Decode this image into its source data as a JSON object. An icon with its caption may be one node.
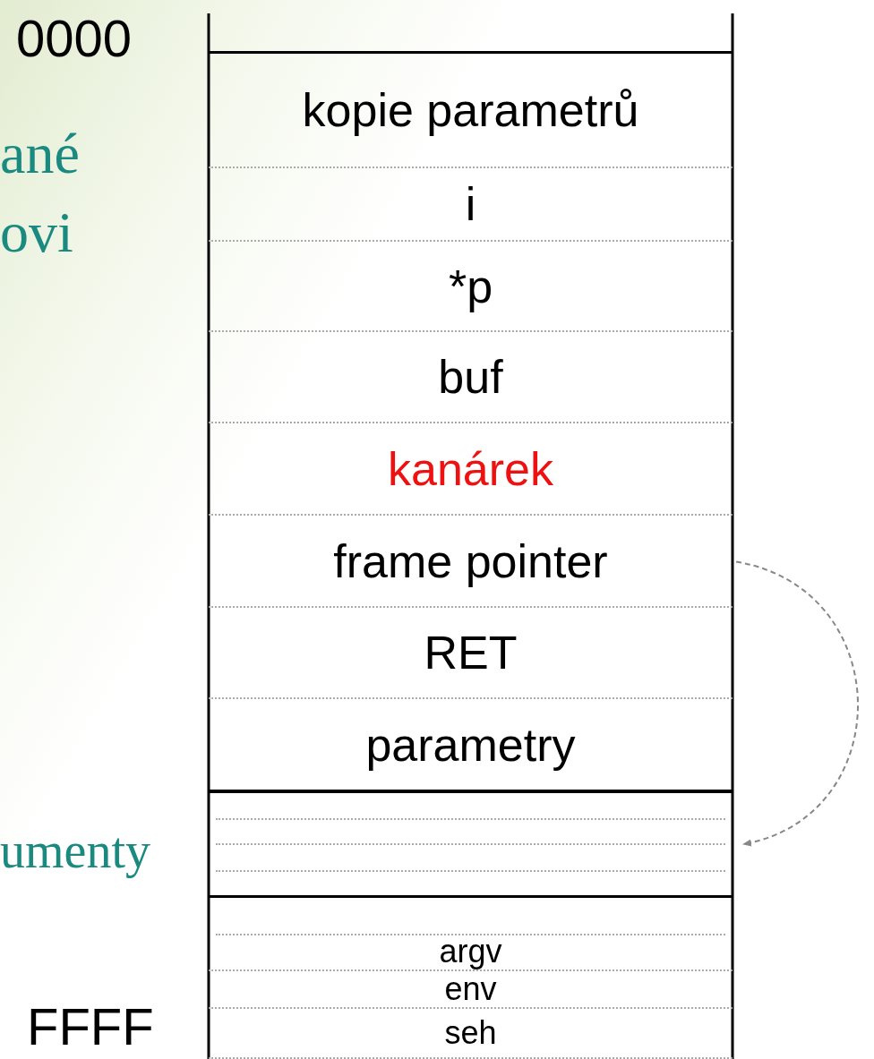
{
  "diagram": {
    "nodes": [
      {
        "text": [],
        "shape": "box"
      },
      {
        "text": [
          "kopie parametrů"
        ],
        "in": 0
      },
      {
        "text": [
          "i"
        ],
        "in": 0
      },
      {
        "text": [
          "*p"
        ],
        "in": 0
      },
      {
        "text": [
          "buf"
        ],
        "in": 0
      },
      {
        "text": [
          "kanárek"
        ],
        "in": 0
      },
      {
        "text": [
          "frame pointer"
        ],
        "in": 0
      },
      {
        "text": [
          "RET"
        ],
        "in": 0
      },
      {
        "text": [
          "parametry"
        ],
        "in": 0
      },
      {
        "text": [],
        "shape": "box"
      },
      {
        "text": [],
        "shape": "box"
      },
      {
        "text": [
          "argv"
        ],
        "in": 10
      },
      {
        "text": [
          "env"
        ],
        "in": 10
      },
      {
        "text": [
          "seh"
        ],
        "in": 10
      }
    ],
    "edges": [
      {
        "from": 6,
        "to": 9,
        "arrow": "to",
        "style": "dashed"
      }
    ],
    "labels": [
      "0000",
      "ané",
      "ovi",
      "umenty",
      "FFFF"
    ]
  }
}
